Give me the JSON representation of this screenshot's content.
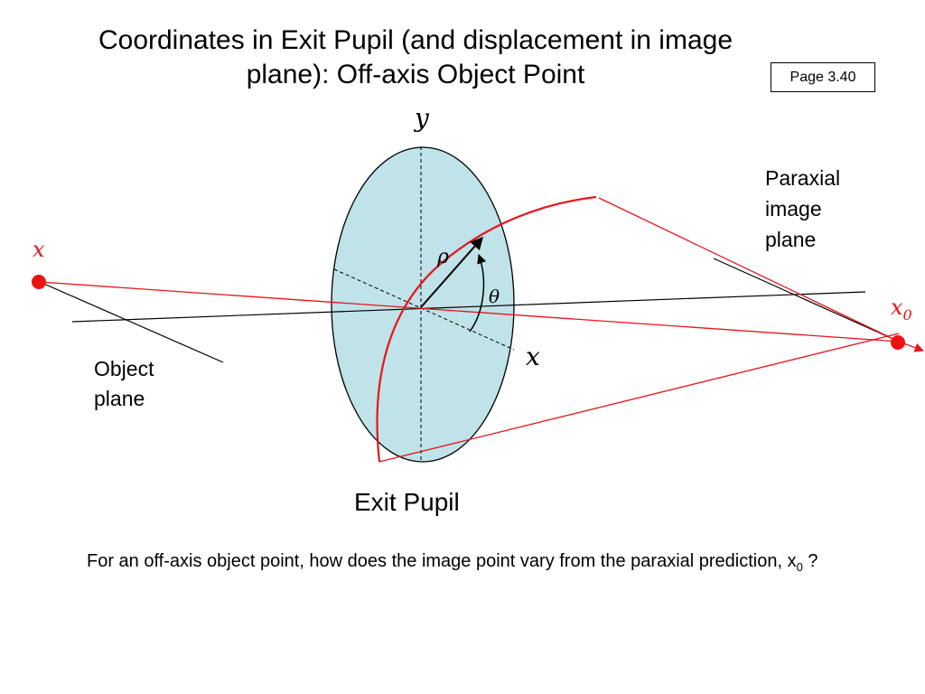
{
  "title": "Coordinates in Exit Pupil (and displacement in image plane): Off-axis Object Point",
  "page_label": "Page 3.40",
  "labels": {
    "y_axis": "y",
    "x_axis": "x",
    "x_object": "x",
    "x0_main": "x",
    "x0_sub": "0",
    "rho": "ρ",
    "theta": "θ",
    "paraxial_image_plane": [
      "Paraxial",
      "image",
      "plane"
    ],
    "object_plane": [
      "Object",
      "plane"
    ],
    "exit_pupil": "Exit Pupil"
  },
  "question": {
    "text": "For an off-axis object point, how does the image point vary from the paraxial prediction, x",
    "sub": "0",
    "end": " ?"
  },
  "colors": {
    "pupil_fill": "#bfe3e8",
    "ray_red": "#e8141c",
    "point_red": "#ee1111",
    "axis_black": "#000000"
  }
}
